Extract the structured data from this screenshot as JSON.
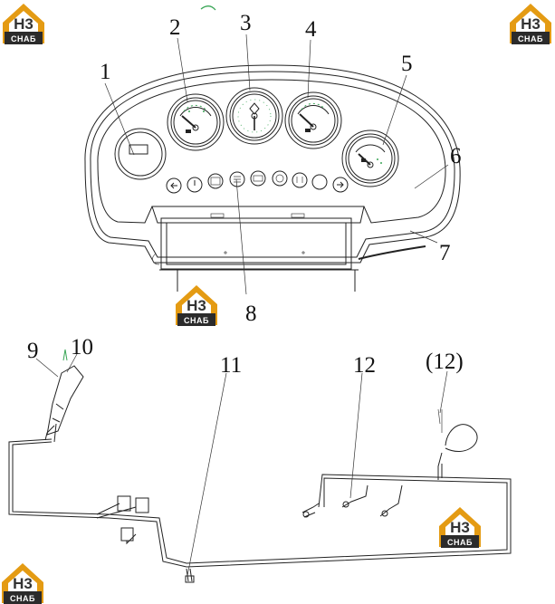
{
  "logo": {
    "top": "H3",
    "bottom": "CHAБ"
  },
  "callouts": [
    "1",
    "2",
    "3",
    "4",
    "5",
    "6",
    "7",
    "8",
    "9",
    "10",
    "11",
    "12",
    "(12)"
  ]
}
